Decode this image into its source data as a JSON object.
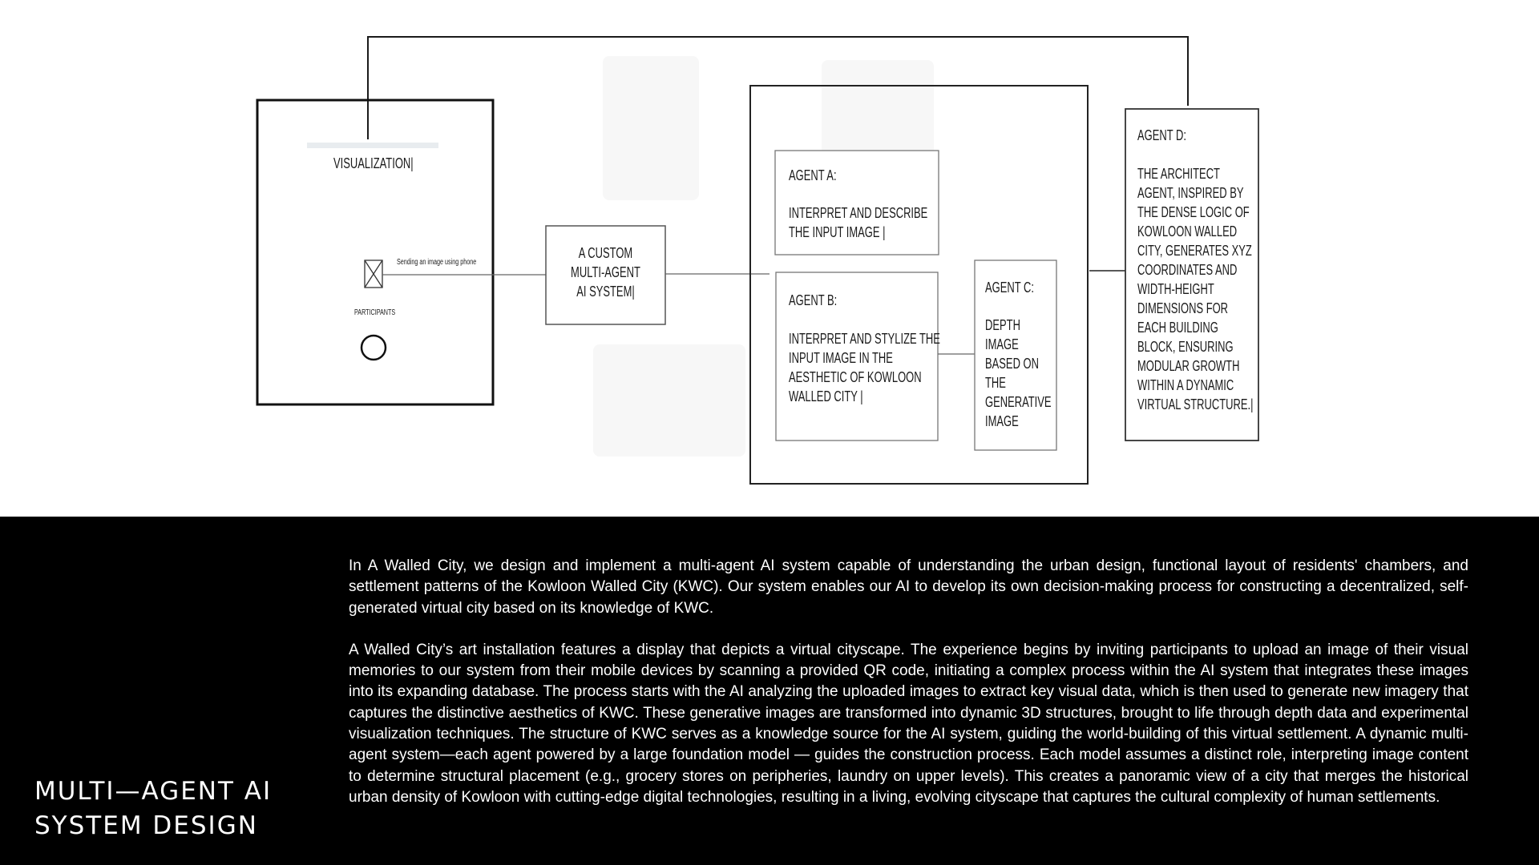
{
  "diagram": {
    "visualization_label": "VISUALIZATION|",
    "phone_note": "Sending an image using phone",
    "participants_label": "PARTICIPANTS",
    "custom_system_lines": [
      "A CUSTOM",
      "MULTI-AGENT",
      "AI SYSTEM|"
    ],
    "agent_a": {
      "title": "AGENT A:",
      "lines": [
        "INTERPRET AND DESCRIBE",
        "THE INPUT IMAGE |"
      ]
    },
    "agent_b": {
      "title": "AGENT B:",
      "lines": [
        "INTERPRET AND STYLIZE THE",
        "INPUT IMAGE IN THE",
        "AESTHETIC OF KOWLOON",
        "WALLED CITY |"
      ]
    },
    "agent_c": {
      "title": "AGENT C:",
      "lines": [
        "DEPTH",
        "IMAGE",
        "BASED ON",
        "THE",
        "GENERATIVE",
        "IMAGE"
      ]
    },
    "agent_d": {
      "title": "AGENT D:",
      "lines": [
        "THE ARCHITECT",
        "AGENT, INSPIRED BY",
        "THE DENSE LOGIC OF",
        "KOWLOON WALLED",
        "CITY, GENERATES XYZ",
        "COORDINATES AND",
        "WIDTH-HEIGHT",
        "DIMENSIONS FOR",
        "EACH BUILDING",
        "BLOCK, ENSURING",
        "MODULAR GROWTH",
        "WITHIN A DYNAMIC",
        "VIRTUAL STRUCTURE.|"
      ]
    }
  },
  "section": {
    "title_lines": [
      "MULTI—AGENT AI",
      "SYSTEM DESIGN"
    ],
    "paragraphs": [
      "In A Walled City, we design and implement a multi-agent AI system capable of understanding the urban design, functional layout of residents' chambers, and settlement patterns of the Kowloon Walled City (KWC). Our system enables our AI to develop its own decision-making process for constructing a decentralized, self-generated virtual city based on its knowledge of KWC.",
      "A Walled City’s art installation features a display that depicts a virtual cityscape. The experience begins by inviting participants to upload an image of their visual memories to our system from their mobile devices by scanning a provided QR code, initiating a complex process within the AI system that integrates these images into its expanding database. The process starts with the AI analyzing the uploaded images to extract key visual data, which is then used to generate new imagery that captures the distinctive aesthetics of KWC. These generative images are transformed into dynamic 3D structures, brought to life through depth data and experimental visualization techniques.  The structure of KWC serves as a knowledge source for the AI system, guiding the world-building of this virtual settlement. A dynamic multi-agent system—each agent powered by a large foundation model — guides the construction process. Each model  assumes a distinct role, interpreting image content to determine structural placement (e.g., grocery stores on peripheries, laundry on upper levels). This creates a panoramic view of a city that merges the historical urban density of Kowloon with cutting-edge digital technologies, resulting in a living, evolving cityscape that captures the cultural complexity of human settlements."
    ]
  }
}
